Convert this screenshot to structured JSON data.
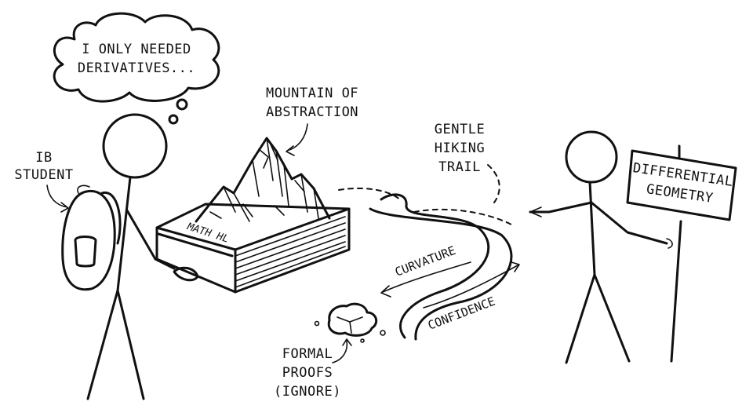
{
  "thought_bubble": {
    "line1": "I ONLY NEEDED",
    "line2": "DERIVATIVES..."
  },
  "labels": {
    "ib_student_line1": "IB",
    "ib_student_line2": "STUDENT",
    "mountain_line1": "MOUNTAIN OF",
    "mountain_line2": "ABSTRACTION",
    "trail_line1": "GENTLE",
    "trail_line2": "HIKING",
    "trail_line3": "TRAIL",
    "curvature": "CURVATURE",
    "confidence": "CONFIDENCE",
    "proofs_line1": "FORMAL",
    "proofs_line2": "PROOFS",
    "proofs_line3": "(IGNORE)",
    "book_title": "MATH HL",
    "sign_line1": "DIFFERENTIAL",
    "sign_line2": "GEOMETRY"
  }
}
